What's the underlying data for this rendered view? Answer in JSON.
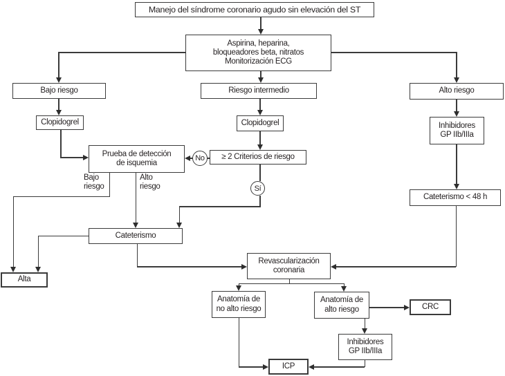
{
  "nodes": {
    "title": {
      "label": "Manejo del síndrome coronario agudo sin elevación del ST"
    },
    "meds": {
      "label": "Aspirina, heparina,\nbloqueadores beta, nitratos\nMonitorización ECG"
    },
    "bajo_riesgo": {
      "label": "Bajo riesgo"
    },
    "riesgo_intermedio": {
      "label": "Riesgo intermedio"
    },
    "alto_riesgo": {
      "label": "Alto riesgo"
    },
    "clopidogrel_izq": {
      "label": "Clopidogrel"
    },
    "clopidogrel_med": {
      "label": "Clopidogrel"
    },
    "inhibidores_sup": {
      "label": "Inhibidores\nGP IIb/IIIa"
    },
    "prueba_isquemia": {
      "label": "Prueba de detección\nde isquemia"
    },
    "criterios": {
      "label": "≥ 2 Criterios de riesgo"
    },
    "cateterismo_48h": {
      "label": "Cateterismo < 48 h"
    },
    "cateterismo": {
      "label": "Cateterismo"
    },
    "revascularizacion": {
      "label": "Revascularización\ncoronaria"
    },
    "alta": {
      "label": "Alta"
    },
    "anatomia_no_alto": {
      "label": "Anatomía de\nno alto riesgo"
    },
    "anatomia_alto": {
      "label": "Anatomía de\nalto riesgo"
    },
    "crc": {
      "label": "CRC"
    },
    "inhibidores_inf": {
      "label": "Inhibidores\nGP IIb/IIIa"
    },
    "icp": {
      "label": "ICP"
    }
  },
  "decision_labels": {
    "no": "No",
    "si": "Sí",
    "bajo_riesgo_path": "Bajo\nriesgo",
    "alto_riesgo_path": "Alto\nriesgo"
  },
  "colors": {
    "line": "#3a3a3a",
    "text": "#231f20",
    "background": "#ffffff"
  }
}
